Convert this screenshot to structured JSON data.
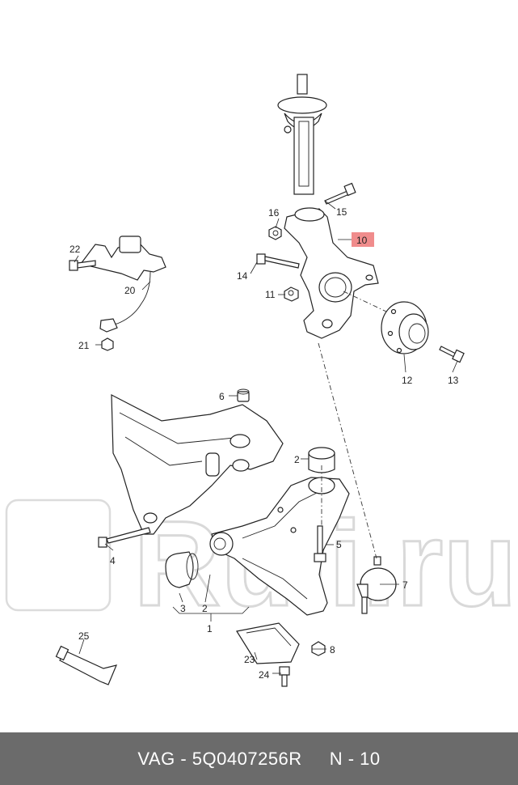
{
  "callouts": [
    {
      "id": "c1",
      "label": "1"
    },
    {
      "id": "c2",
      "label": "2"
    },
    {
      "id": "c2b",
      "label": "2"
    },
    {
      "id": "c3",
      "label": "3"
    },
    {
      "id": "c4",
      "label": "4"
    },
    {
      "id": "c5",
      "label": "5"
    },
    {
      "id": "c6",
      "label": "6"
    },
    {
      "id": "c7",
      "label": "7"
    },
    {
      "id": "c8",
      "label": "8"
    },
    {
      "id": "c10",
      "label": "10",
      "highlight": true
    },
    {
      "id": "c11",
      "label": "11"
    },
    {
      "id": "c12",
      "label": "12"
    },
    {
      "id": "c13",
      "label": "13"
    },
    {
      "id": "c14",
      "label": "14"
    },
    {
      "id": "c15",
      "label": "15"
    },
    {
      "id": "c16",
      "label": "16"
    },
    {
      "id": "c20",
      "label": "20"
    },
    {
      "id": "c21",
      "label": "21"
    },
    {
      "id": "c22",
      "label": "22"
    },
    {
      "id": "c23",
      "label": "23"
    },
    {
      "id": "c24",
      "label": "24"
    },
    {
      "id": "c25",
      "label": "25"
    }
  ],
  "highlight_color": "#f08c8c",
  "watermark": {
    "text": "Ruli.ru"
  },
  "footer": {
    "brand": "VAG",
    "separator": "-",
    "part_number": "5Q0407256R",
    "page": "N - 10"
  }
}
